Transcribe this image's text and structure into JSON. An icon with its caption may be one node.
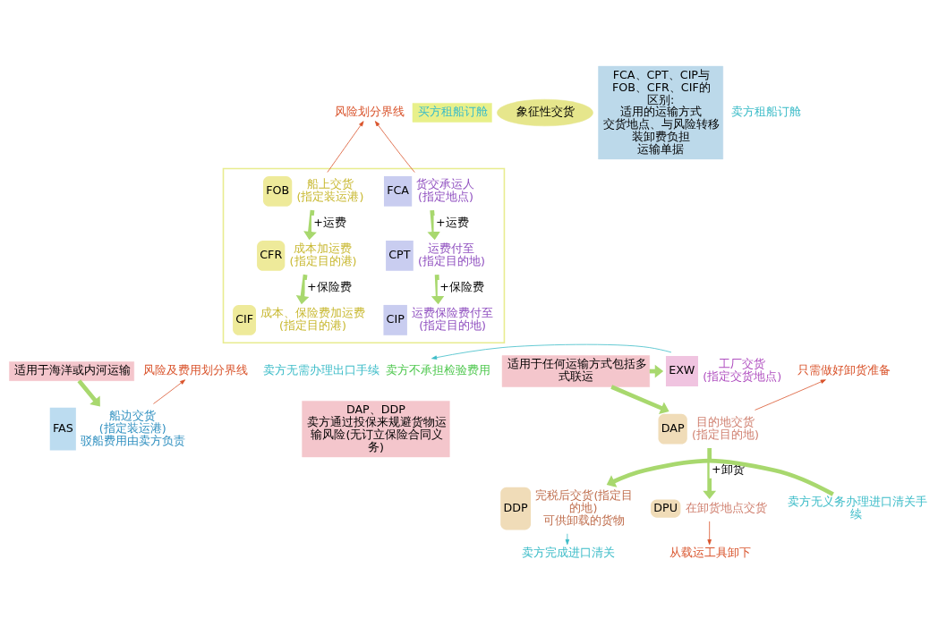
{
  "diagram": {
    "nodes": [
      {
        "text": [],
        "shape": "box"
      },
      {
        "text": [
          "风险划分界线"
        ]
      },
      {
        "text": [
          "买方租船订舱"
        ]
      },
      {
        "text": [
          "FOB"
        ],
        "in": 0,
        "beside": [
          "船上交货",
          "(指定装运港)"
        ]
      },
      {
        "text": [
          "FCA"
        ],
        "in": 0,
        "beside": [
          "货交承运人",
          "(指定地点)"
        ]
      },
      {
        "text": [
          "CFR"
        ],
        "in": 0,
        "beside": [
          "成本加运费",
          "(指定目的港)"
        ]
      },
      {
        "text": [
          "CPT"
        ],
        "in": 0,
        "beside": [
          "运费付至",
          "(指定目的地)"
        ]
      },
      {
        "text": [
          "CIF"
        ],
        "in": 0,
        "beside": [
          "成本、保险费加运费",
          "(指定目的港)"
        ]
      },
      {
        "text": [
          "CIP"
        ],
        "in": 0,
        "beside": [
          "运费保险费付至",
          "(指定目的地)"
        ]
      },
      {
        "text": [
          "象征性交货"
        ]
      },
      {
        "text": [
          "FCA、CPT、CIP与FOB、CFR、CIF的区别:",
          "适用的运输方式",
          "交货地点、与风险转移",
          "装卸费负担",
          "运输单据"
        ]
      },
      {
        "text": [
          "适用于海洋或内河运输"
        ]
      },
      {
        "text": [
          "适用于任何运输方式包括多式联运"
        ]
      },
      {
        "text": [
          "EXW"
        ],
        "beside": [
          "工厂交货",
          "(指定交货地点)"
        ]
      },
      {
        "text": [
          "卖方无需办理出口手续"
        ],
        "beside": [
          "卖方不承担检验费用"
        ]
      },
      {
        "text": [
          "风险及费用划分界线"
        ]
      },
      {
        "text": [
          "FAS"
        ],
        "beside": [
          "船边交货",
          "(指定装运港)",
          "驳船费用由卖方负责"
        ]
      },
      {
        "text": [
          "只需做好卸货准备"
        ]
      },
      {
        "text": [
          "DAP"
        ],
        "beside": [
          "目的地交货",
          "(指定目的地)"
        ]
      },
      {
        "text": [
          "DPU"
        ],
        "beside": [
          "在卸货地点交货"
        ]
      },
      {
        "text": [
          "从载运工具卸下"
        ]
      },
      {
        "text": [
          "卖方无义务办理进口清关手续"
        ]
      },
      {
        "text": [
          "DDP"
        ],
        "beside": [
          "完税后交货(指定目的地)",
          "可供卸载的货物"
        ]
      },
      {
        "text": [
          "卖方完成进口清关"
        ]
      },
      {
        "text": [
          "DAP、DDP",
          "卖方通过投保来规避货物运输风险(无订立保险合同义务)"
        ]
      }
    ],
    "edges": [
      {
        "from": 3,
        "to": 1,
        "arrow": "to",
        "color": "#d9532b"
      },
      {
        "from": 4,
        "to": 1,
        "arrow": "to",
        "color": "#d9532b"
      },
      {
        "from": 3,
        "to": 5,
        "arrow": "to",
        "label": "+运费"
      },
      {
        "from": 5,
        "to": 7,
        "arrow": "to",
        "label": "+保险费"
      },
      {
        "from": 4,
        "to": 6,
        "arrow": "to",
        "label": "+运费"
      },
      {
        "from": 6,
        "to": 8,
        "arrow": "to",
        "label": "+保险费"
      },
      {
        "from": 11,
        "to": 16,
        "arrow": "to"
      },
      {
        "from": 12,
        "to": 13,
        "arrow": "to"
      },
      {
        "from": 12,
        "to": 18,
        "arrow": "to"
      },
      {
        "from": 18,
        "to": 19,
        "arrow": "to",
        "label": "+卸货"
      },
      {
        "from": 16,
        "to": 15,
        "arrow": "to",
        "color": "#d9532b"
      },
      {
        "from": 18,
        "to": 17,
        "arrow": "to",
        "color": "#d9532b"
      },
      {
        "from": 19,
        "to": 20,
        "arrow": "to",
        "color": "#d9532b"
      },
      {
        "from": 13,
        "to": 14,
        "arrow": "to",
        "color": "#3cbcc8"
      },
      {
        "from": 21,
        "to": 22,
        "arrow": "to"
      },
      {
        "from": 22,
        "to": 23,
        "arrow": "to",
        "color": "#3cbcc8"
      }
    ],
    "labels": [
      "卖方租船订舱"
    ]
  }
}
